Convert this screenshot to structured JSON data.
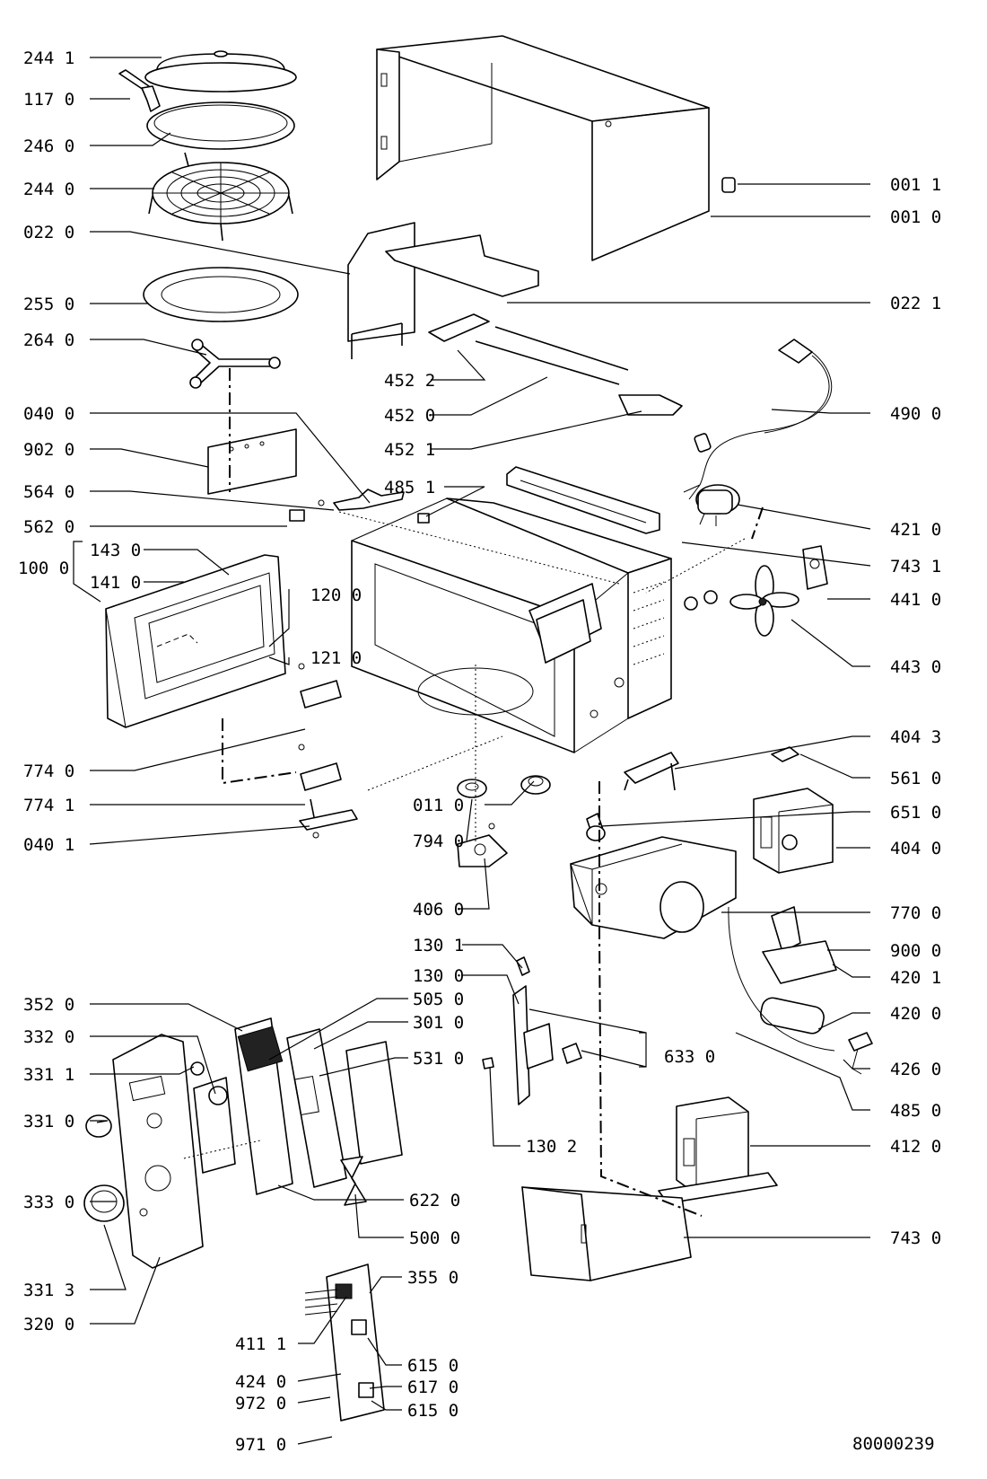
{
  "drawing_number": "80000239",
  "labels": [
    {
      "id": "l1",
      "text": "244 1"
    },
    {
      "id": "l2",
      "text": "117 0"
    },
    {
      "id": "l3",
      "text": "246 0"
    },
    {
      "id": "l4",
      "text": "244 0"
    },
    {
      "id": "l5",
      "text": "022 0"
    },
    {
      "id": "l6",
      "text": "255 0"
    },
    {
      "id": "l7",
      "text": "264 0"
    },
    {
      "id": "l8",
      "text": "040 0"
    },
    {
      "id": "l9",
      "text": "902 0"
    },
    {
      "id": "l10",
      "text": "564 0"
    },
    {
      "id": "l11",
      "text": "562 0"
    },
    {
      "id": "l12",
      "text": "100 0"
    },
    {
      "id": "l13",
      "text": "143 0"
    },
    {
      "id": "l14",
      "text": "141 0"
    },
    {
      "id": "l15",
      "text": "120 0"
    },
    {
      "id": "l16",
      "text": "121 0"
    },
    {
      "id": "l17",
      "text": "774 0"
    },
    {
      "id": "l18",
      "text": "774 1"
    },
    {
      "id": "l19",
      "text": "040 1"
    },
    {
      "id": "l20",
      "text": "001 1"
    },
    {
      "id": "l21",
      "text": "001 0"
    },
    {
      "id": "l22",
      "text": "022 1"
    },
    {
      "id": "l23",
      "text": "452 2"
    },
    {
      "id": "l24",
      "text": "452 0"
    },
    {
      "id": "l25",
      "text": "452 1"
    },
    {
      "id": "l26",
      "text": "490 0"
    },
    {
      "id": "l27",
      "text": "485 1"
    },
    {
      "id": "l28",
      "text": "421 0"
    },
    {
      "id": "l29",
      "text": "743 1"
    },
    {
      "id": "l30",
      "text": "441 0"
    },
    {
      "id": "l31",
      "text": "443 0"
    },
    {
      "id": "l32",
      "text": "404 3"
    },
    {
      "id": "l33",
      "text": "561 0"
    },
    {
      "id": "l34",
      "text": "011 0"
    },
    {
      "id": "l35",
      "text": "651 0"
    },
    {
      "id": "l36",
      "text": "794 0"
    },
    {
      "id": "l37",
      "text": "404 0"
    },
    {
      "id": "l38",
      "text": "406 0"
    },
    {
      "id": "l39",
      "text": "770 0"
    },
    {
      "id": "l40",
      "text": "130 1"
    },
    {
      "id": "l41",
      "text": "900 0"
    },
    {
      "id": "l42",
      "text": "130 0"
    },
    {
      "id": "l43",
      "text": "420 1"
    },
    {
      "id": "l44",
      "text": "352 0"
    },
    {
      "id": "l45",
      "text": "505 0"
    },
    {
      "id": "l46",
      "text": "301 0"
    },
    {
      "id": "l47",
      "text": "420 0"
    },
    {
      "id": "l48",
      "text": "332 0"
    },
    {
      "id": "l49",
      "text": "531 0"
    },
    {
      "id": "l50",
      "text": "633 0"
    },
    {
      "id": "l51",
      "text": "331 1"
    },
    {
      "id": "l52",
      "text": "426 0"
    },
    {
      "id": "l53",
      "text": "331 0"
    },
    {
      "id": "l54",
      "text": "485 0"
    },
    {
      "id": "l55",
      "text": "130 2"
    },
    {
      "id": "l56",
      "text": "412 0"
    },
    {
      "id": "l57",
      "text": "333 0"
    },
    {
      "id": "l58",
      "text": "622 0"
    },
    {
      "id": "l59",
      "text": "500 0"
    },
    {
      "id": "l60",
      "text": "743 0"
    },
    {
      "id": "l61",
      "text": "331 3"
    },
    {
      "id": "l62",
      "text": "355 0"
    },
    {
      "id": "l63",
      "text": "320 0"
    },
    {
      "id": "l64",
      "text": "411 1"
    },
    {
      "id": "l65",
      "text": "615 0"
    },
    {
      "id": "l66",
      "text": "424 0"
    },
    {
      "id": "l67",
      "text": "617 0"
    },
    {
      "id": "l68",
      "text": "972 0"
    },
    {
      "id": "l69",
      "text": "615 0"
    },
    {
      "id": "l70",
      "text": "971 0"
    }
  ]
}
